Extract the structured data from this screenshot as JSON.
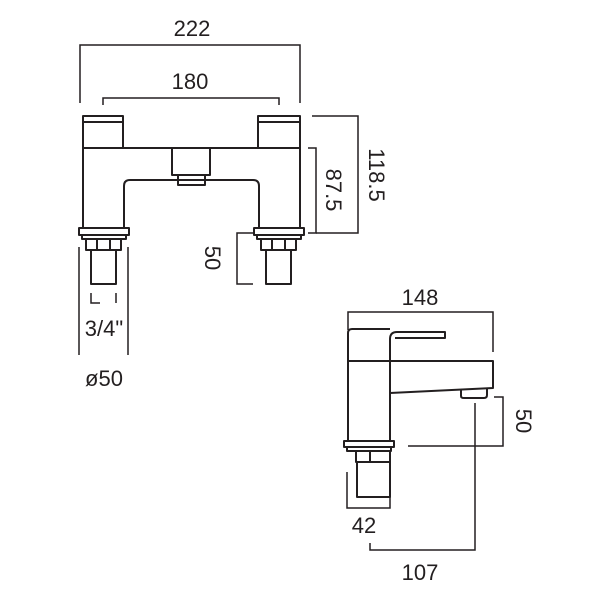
{
  "bath_filler": {
    "overall_width": "222",
    "centres": "180",
    "body_height": "87.5",
    "overall_height": "118.5",
    "shank_length": "50",
    "thread": "3/4\"",
    "base_diameter": "ø50"
  },
  "basin_tap": {
    "projection_total": "148",
    "spout_clearance": "50",
    "base_width": "42",
    "spout_reach": "107"
  },
  "colors": {
    "line": "#231f20",
    "background": "#ffffff"
  }
}
